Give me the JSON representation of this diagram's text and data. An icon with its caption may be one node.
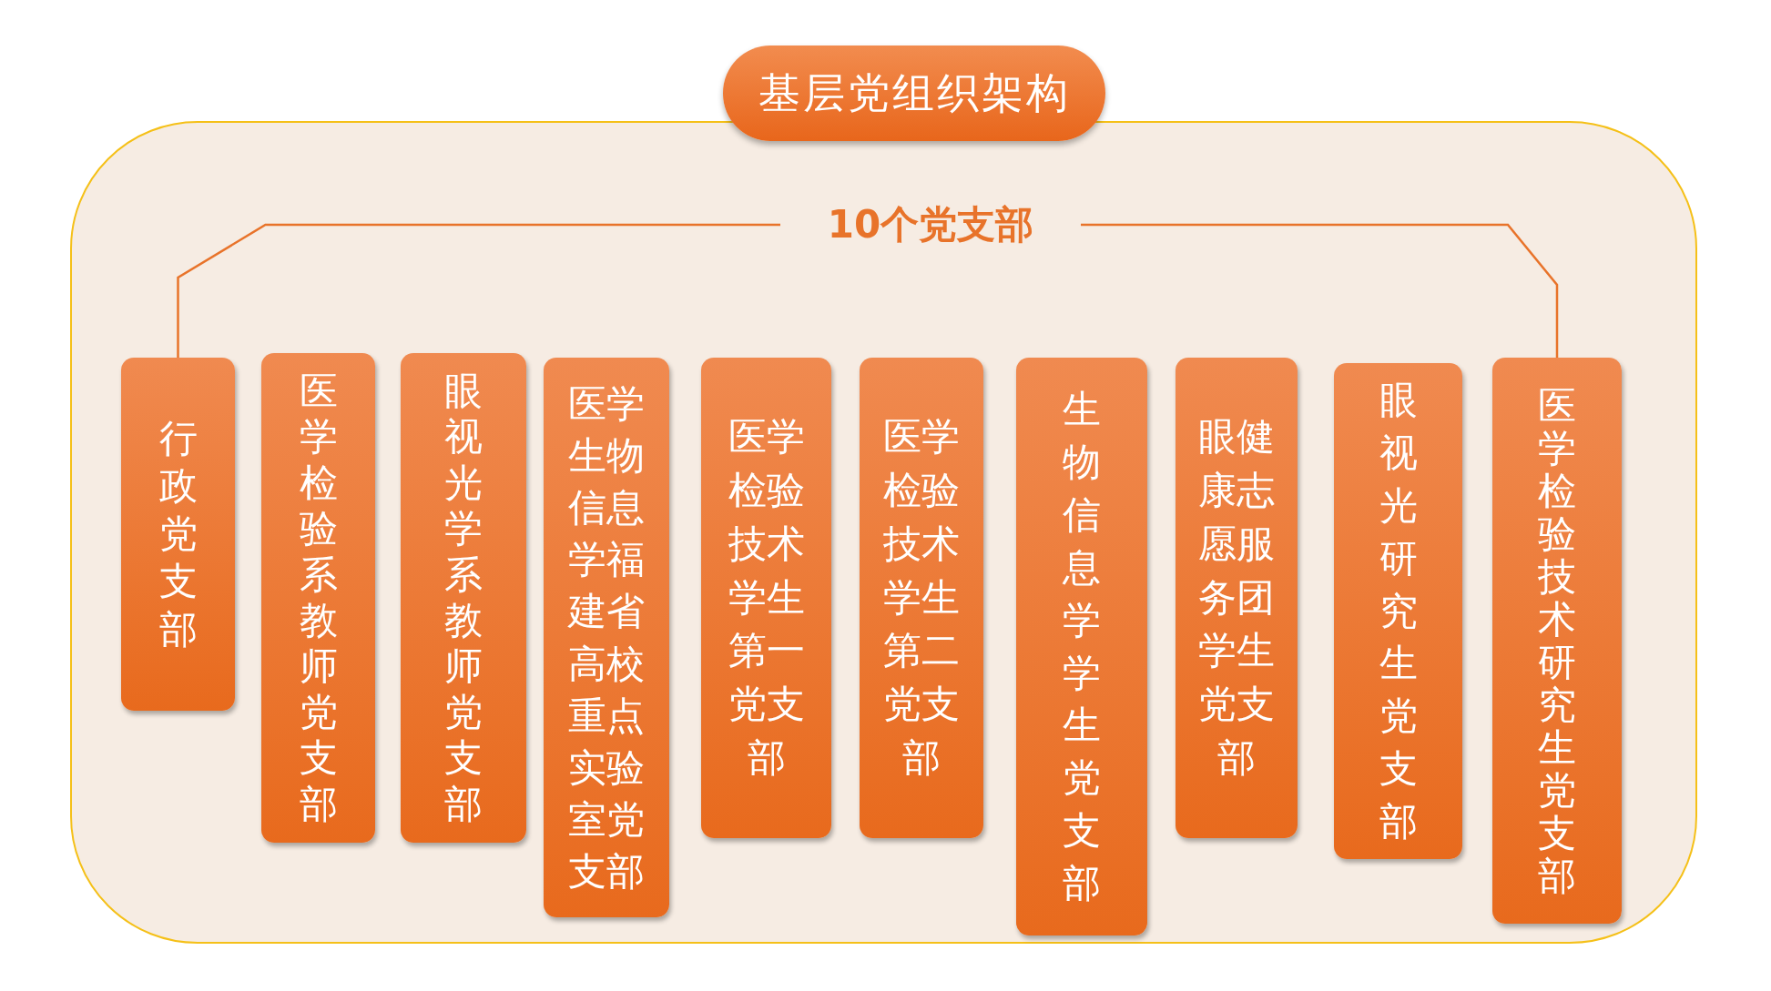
{
  "diagram": {
    "nodes": [
      {
        "text": [
          "基层党组织架构"
        ]
      },
      {
        "text": [
          "10个党支部"
        ]
      },
      {
        "text": [
          "行政党支部"
        ]
      },
      {
        "text": [
          "医学检验系教师党支部"
        ]
      },
      {
        "text": [
          "眼视光学系教师党支部"
        ]
      },
      {
        "text": [
          "医学生物信息学福建省高校重点实验室党支部"
        ]
      },
      {
        "text": [
          "医学检验技术学生第一党支部"
        ]
      },
      {
        "text": [
          "医学检验技术学生第二党支部"
        ]
      },
      {
        "text": [
          "生物信息学学生党支部"
        ]
      },
      {
        "text": [
          "眼健康志愿服务团学生党支部"
        ]
      },
      {
        "text": [
          "眼视光研究生党支部"
        ]
      },
      {
        "text": [
          "医学检验技术研究生党支部"
        ]
      }
    ],
    "edges": [
      {
        "from": 1,
        "to": 2,
        "arrow": "none"
      },
      {
        "from": 1,
        "to": 11,
        "arrow": "none"
      }
    ]
  }
}
